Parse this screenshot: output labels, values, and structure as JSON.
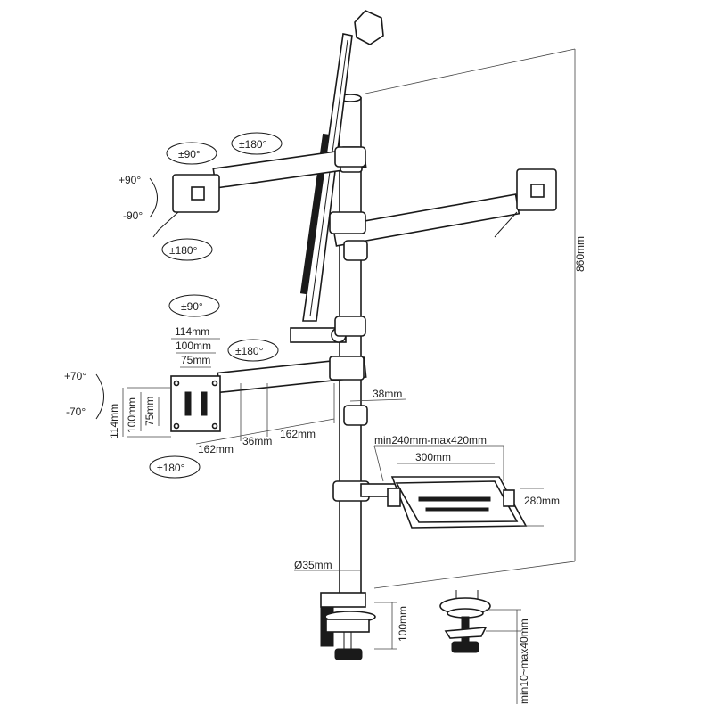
{
  "labels": {
    "rot_top_left_tilt": "±90°",
    "rot_top_left_swivel": "±180°",
    "tilt_up_top": "+90°",
    "tilt_down_top": "-90°",
    "rot_top_left_bottom": "±180°",
    "rot_mid_tilt": "±90°",
    "rot_mid_swivel": "±180°",
    "dim_114": "114mm",
    "dim_100": "100mm",
    "dim_75": "75mm",
    "tilt_up_mid": "+70°",
    "tilt_down_mid": "-70°",
    "vdim_114": "114mm",
    "vdim_100": "100mm",
    "vdim_75": "75mm",
    "dim_162a": "162mm",
    "dim_36": "36mm",
    "dim_162b": "162mm",
    "rot_mid_bottom": "±180°",
    "dim_38": "38mm",
    "dim_laptop_range": "min240mm-max420mm",
    "dim_300": "300mm",
    "dim_280": "280mm",
    "dim_pole": "Ø35mm",
    "dim_height": "860mm",
    "dim_clamp_100": "100mm",
    "dim_clamp_range": "min10~max40mm"
  }
}
